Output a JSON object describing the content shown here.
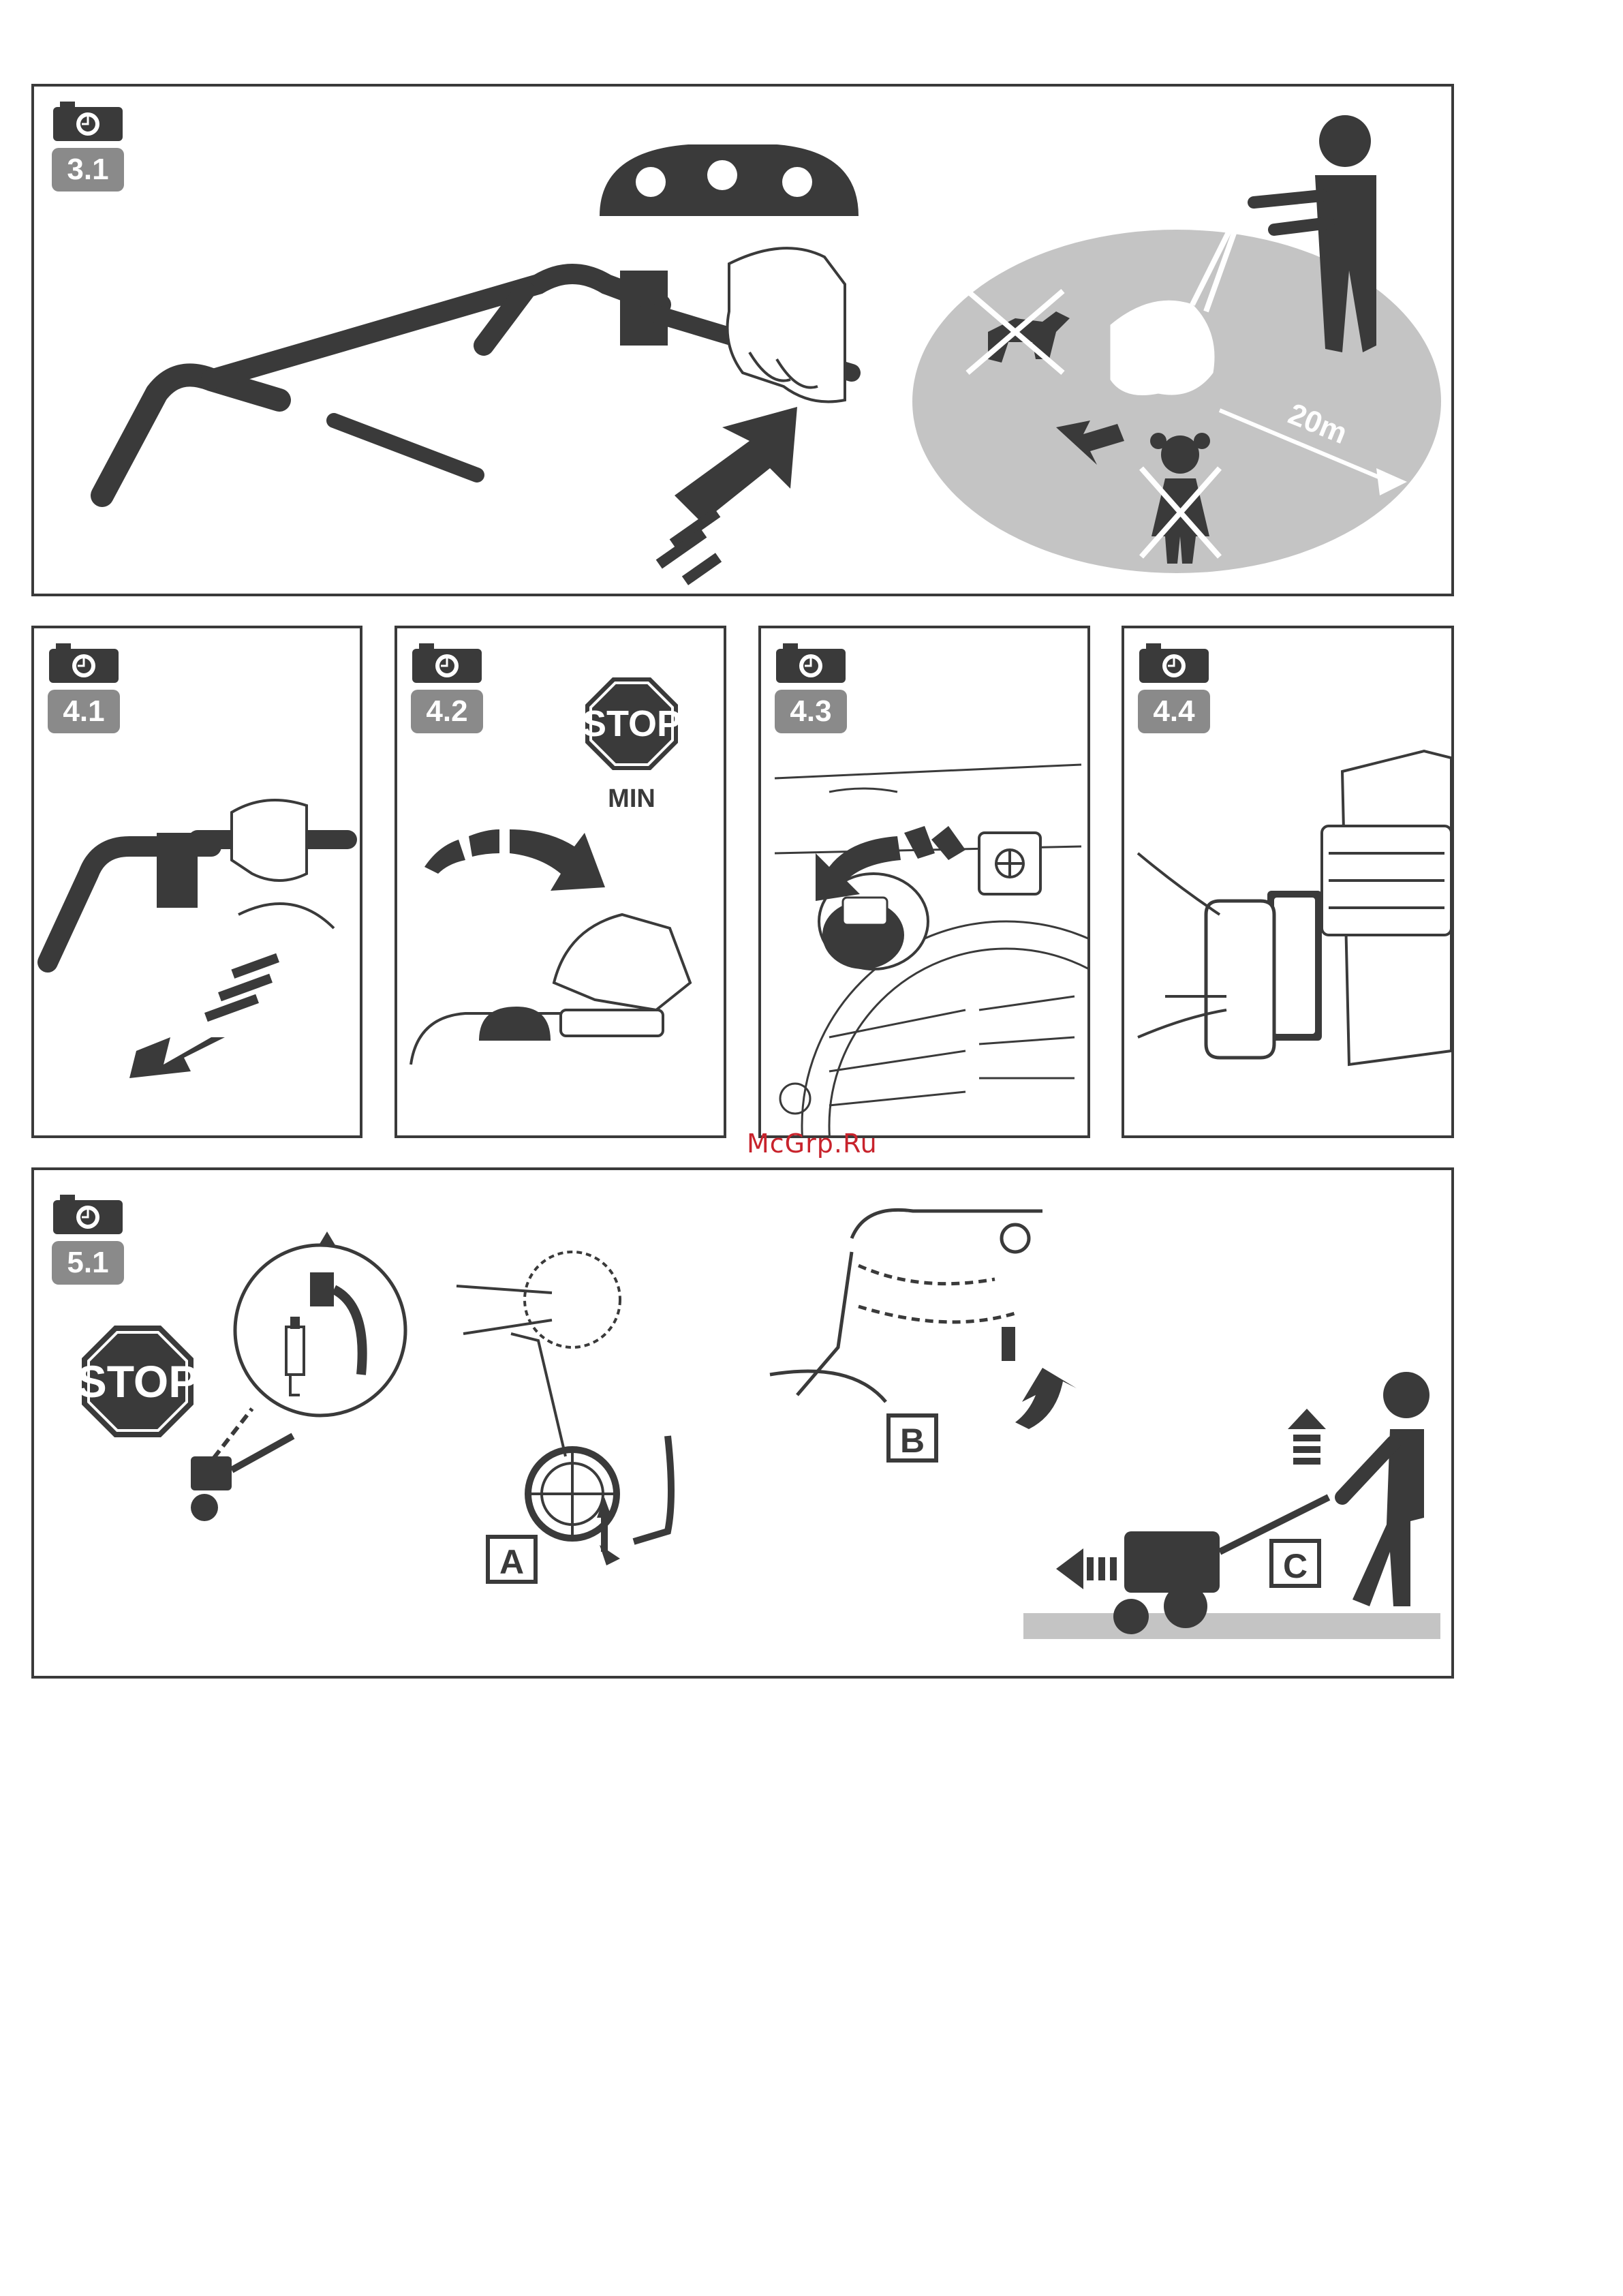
{
  "panels": {
    "p31": {
      "label": "3.1"
    },
    "p41": {
      "label": "4.1"
    },
    "p42": {
      "label": "4.2"
    },
    "p43": {
      "label": "4.3"
    },
    "p44": {
      "label": "4.4"
    },
    "p51": {
      "label": "5.1"
    }
  },
  "labels": {
    "distance": "20m",
    "stop": "STOP",
    "min": "MIN",
    "a": "A",
    "b": "B",
    "c": "C"
  },
  "watermark": "McGrp.Ru",
  "icons": [
    "camera-icon",
    "stop-sign-icon",
    "arrow-icon",
    "person-icon",
    "child-icon",
    "dog-icon",
    "spark-plug-icon"
  ],
  "colors": {
    "frame": "#3a3a3a",
    "badge": "#8a8a8a",
    "ground": "#c4c4c4",
    "watermark": "#c8232c"
  }
}
